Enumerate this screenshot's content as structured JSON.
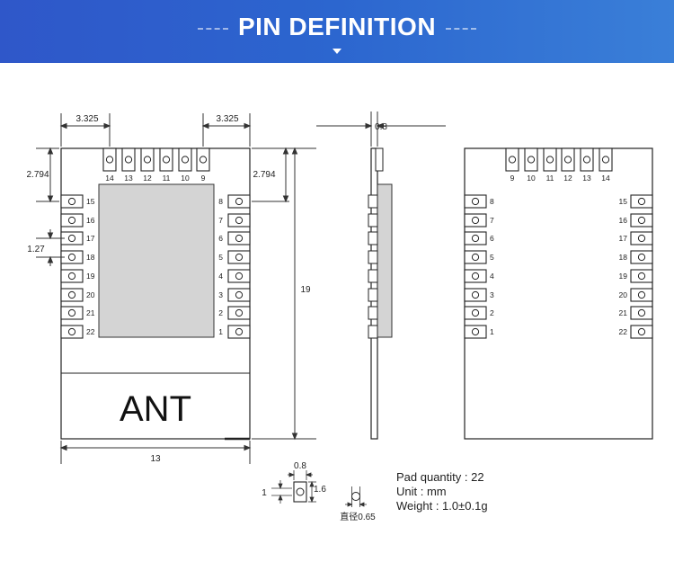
{
  "header": {
    "title": "PIN DEFINITION",
    "background": "#2f5fcc"
  },
  "front_view": {
    "dim_left_edge": "3.325",
    "dim_right_edge": "3.325",
    "dim_top_left": "2.794",
    "dim_top_right": "2.794",
    "pin_pitch": "1.27",
    "dim_height": "19",
    "dim_width": "13",
    "antenna_label": "ANT",
    "top_pins": [
      "14",
      "13",
      "12",
      "11",
      "10",
      "9"
    ],
    "left_pins": [
      "15",
      "16",
      "17",
      "18",
      "19",
      "20",
      "21",
      "22"
    ],
    "right_pins": [
      "8",
      "7",
      "6",
      "5",
      "4",
      "3",
      "2",
      "1"
    ]
  },
  "side_view": {
    "dim_thickness": "0.8"
  },
  "back_view": {
    "top_pins": [
      "9",
      "10",
      "11",
      "12",
      "13",
      "14"
    ],
    "left_pins": [
      "8",
      "7",
      "6",
      "5",
      "4",
      "3",
      "2",
      "1"
    ],
    "right_pins": [
      "15",
      "16",
      "17",
      "18",
      "19",
      "20",
      "21",
      "22"
    ]
  },
  "pad_detail": {
    "pad_width": "0.8",
    "pad_height": "1.6",
    "pad_offset": "1",
    "hole_diameter": "直径0.65"
  },
  "specs": {
    "pad_quantity": "Pad quantity : 22",
    "unit": "Unit : mm",
    "weight": "Weight : 1.0±0.1g"
  }
}
